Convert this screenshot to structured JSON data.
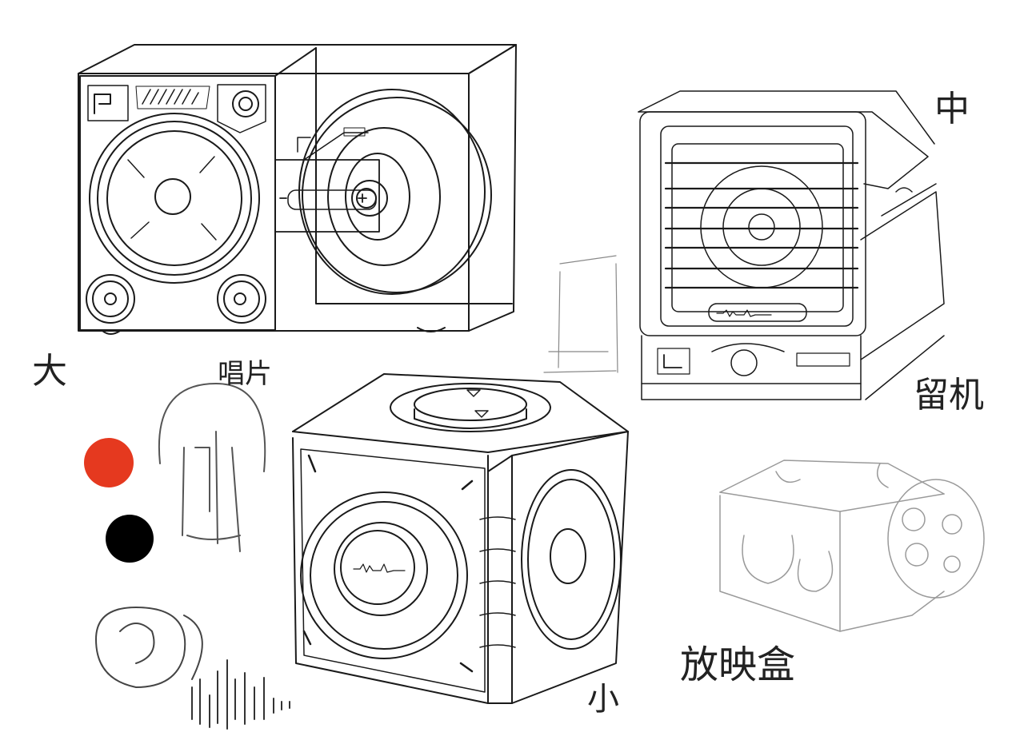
{
  "labels": {
    "large": "大",
    "record": "唱片",
    "medium": "中",
    "player": "留机",
    "small": "小",
    "projector_box": "放映盒"
  },
  "colors": {
    "ink": "#1a1a1a",
    "accent_red": "#e5391f",
    "black": "#000000",
    "background": "#ffffff"
  }
}
